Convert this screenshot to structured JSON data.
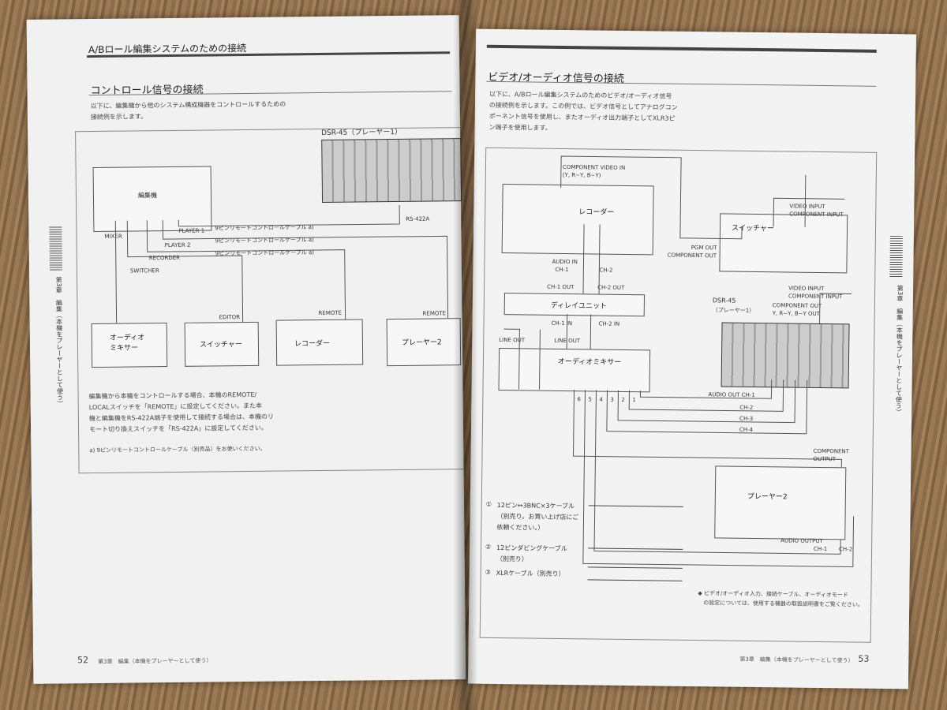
{
  "left_page": {
    "header_title": "A/Bロール編集システムのための接続",
    "section_title": "コントロール信号の接続",
    "intro_line1": "以下に、編集機から他のシステム構成機器をコントロールするための",
    "intro_line2": "接続例を示します。",
    "deck_label": "DSR-45（プレーヤー1）",
    "rs422a": "RS-422A",
    "editor_box": "編集機",
    "port_labels": {
      "mixer": "MIXER",
      "player1": "PLAYER 1",
      "player2": "PLAYER 2",
      "recorder": "RECORDER",
      "switcher": "SWITCHER"
    },
    "cable1": "9ピンリモートコントロールケーブル a)",
    "cable2": "9ピンリモートコントロールケーブル a)",
    "cable3": "9ピンリモートコントロールケーブル a)",
    "devices": [
      {
        "name": "オーディオ\nミキサー",
        "top": ""
      },
      {
        "name": "スイッチャー",
        "top": "EDITOR"
      },
      {
        "name": "レコーダー",
        "top": "REMOTE"
      },
      {
        "name": "プレーヤー2",
        "top": "REMOTE"
      }
    ],
    "note_lines": [
      "編集機から本機をコントロールする場合、本機のREMOTE/",
      "LOCALスイッチを「REMOTE」に設定してください。また本",
      "機と編集機をRS-422A端子を使用して接続する場合は、本機のリ",
      "モート切り換えスイッチを「RS-422A」に設定してください。"
    ],
    "footnote": "a) 9ピンリモートコントロールケーブル（別売品）をお使いください。",
    "side_tab": "第3章　編集（本機をプレーヤーとして使う）",
    "page_number": "52",
    "footer": "第3章　編集（本機をプレーヤーとして使う）"
  },
  "right_page": {
    "section_title": "ビデオ/オーディオ信号の接続",
    "intro_lines": [
      "以下に、A/Bロール編集システムのためのビデオ/オーディオ信号",
      "の接続例を示します。この例では、ビデオ信号としてアナログコン",
      "ポーネント信号を使用し、またオーディオ出力端子としてXLR3ピ",
      "ン端子を使用します。"
    ],
    "component_in": "COMPONENT VIDEO IN",
    "component_in_sub": "(Y, R−Y, B−Y)",
    "recorder": "レコーダー",
    "switcher": "スイッチャー",
    "pgm_out": "PGM OUT",
    "component_out": "COMPONENT OUT",
    "video_input": "VIDEO INPUT",
    "component_input": "COMPONENT INPUT",
    "audio_in": "AUDIO IN",
    "ch1": "CH-1",
    "ch2": "CH-2",
    "ch1_out": "CH-1 OUT",
    "ch2_out": "CH-2 OUT",
    "delay_unit": "ディレイユニット",
    "ch1_in": "CH-1 IN",
    "ch2_in": "CH-2 IN",
    "line_out": "LINE OUT",
    "audio_mixer": "オーディオミキサー",
    "mixer_ports": [
      "6",
      "5",
      "4",
      "3",
      "2",
      "1"
    ],
    "dsr45": "DSR-45",
    "dsr45_sub": "（プレーヤー1）",
    "component_out_yrb": "COMPONENT OUT",
    "yrb": "Y, R−Y, B−Y OUT",
    "audio_out_ch1": "AUDIO OUT CH-1",
    "ch2_b": "CH-2",
    "ch3": "CH-3",
    "ch4": "CH-4",
    "component_output": "COMPONENT",
    "component_output2": "OUTPUT",
    "player2": "プレーヤー2",
    "audio_output": "AUDIO OUTPUT",
    "ao_ch1": "CH-1",
    "ao_ch2": "CH-2",
    "legend": [
      {
        "num": "①",
        "text": "12ピン↔3BNC×3ケーブル",
        "sub": "（別売り。お買い上げ店にご",
        "sub2": "依頼ください。）"
      },
      {
        "num": "②",
        "text": "12ピンダビングケーブル",
        "sub": "（別売り）",
        "sub2": ""
      },
      {
        "num": "③",
        "text": "XLRケーブル（別売り）",
        "sub": "",
        "sub2": ""
      }
    ],
    "note_lines": [
      "◆ ビデオ/オーディオ入力、接続ケーブル、オーディオモード",
      "　の設定については、使用する機器の取扱説明書をご覧ください。"
    ],
    "side_tab": "第3章　編集（本機をプレーヤーとして使う）",
    "page_number": "53",
    "footer": "第3章　編集（本機をプレーヤーとして使う）"
  }
}
